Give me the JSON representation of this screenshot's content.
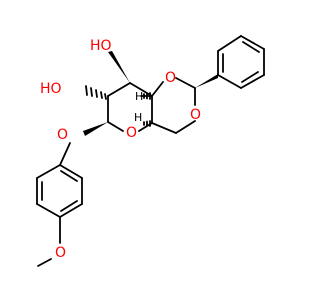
{
  "molecule": {
    "bond_color": "#000000",
    "heteroatom_color": "#ff0000",
    "labels": {
      "oh_top": "HO",
      "oh_left": "HO",
      "o_dioxane_top": "O",
      "o_dioxane_right": "O",
      "o_ring": "O",
      "o_glycosidic": "O",
      "o_methoxy": "O",
      "h_top": "H",
      "h_bottom": "H"
    }
  }
}
